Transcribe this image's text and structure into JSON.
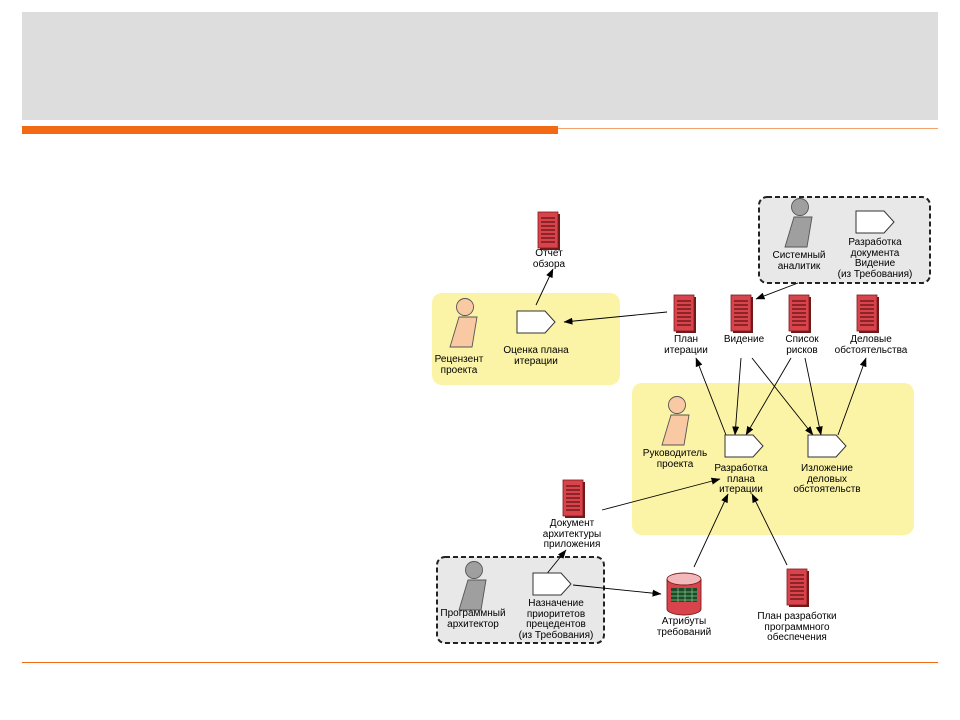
{
  "slide": {
    "title": ""
  },
  "colors": {
    "accent": "#f26b14",
    "highlight": "#fbf3a6",
    "artifact": "#d9434b",
    "role": "#f9c9a3",
    "external_role": "#9f9f9f"
  },
  "diagram": {
    "nodes": {
      "review_report": "Отчет\nобзора",
      "sys_analyst": "Системный\nаналитик",
      "vision_dev": "Разработка\nдокумента\nВидение\n(из Требования)",
      "reviewer": "Рецензент\nпроекта",
      "assess_plan": "Оценка плана\nитерации",
      "iteration_plan": "План\nитерации",
      "vision": "Видение",
      "risk_list": "Список\nрисков",
      "business_case": "Деловые\nобстоятельства",
      "project_manager": "Руководитель\nпроекта",
      "develop_plan": "Разработка\nплана\nитерации",
      "business_statement": "Изложение\nделовых\nобстоятельств",
      "arch_doc": "Документ\nархитектуры\nприложения",
      "sw_architect": "Программный\nархитектор",
      "prioritize": "Назначение\nприоритетов\nпрецедентов\n(из Требования)",
      "req_attributes": "Атрибуты\nтребований",
      "sw_dev_plan": "План разработки\nпрограммного\nобеспечения"
    }
  }
}
